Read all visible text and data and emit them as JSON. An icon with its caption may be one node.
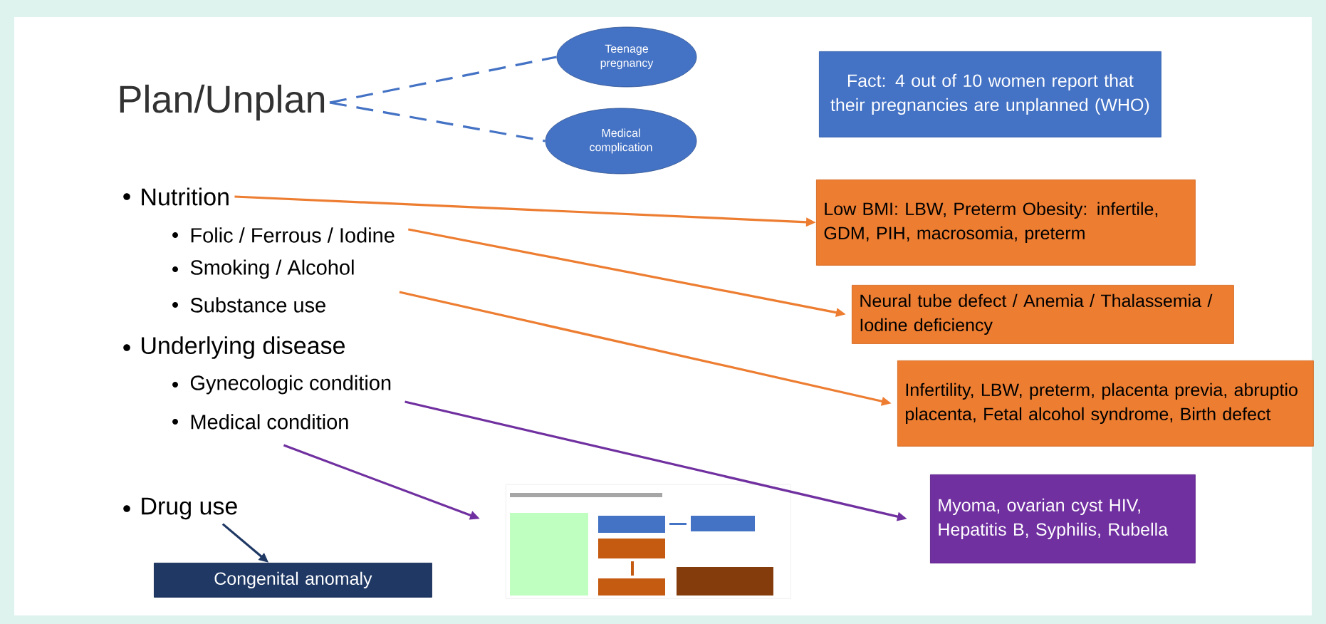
{
  "diagram": {
    "nodes": [
      {
        "text": [
          "Plan/Unplan"
        ]
      },
      {
        "text": [
          "Teenage pregnancy"
        ]
      },
      {
        "text": [
          "Medical complication"
        ]
      },
      {
        "text": [
          "Fact: 4 out of 10 women report that their pregnancies are unplanned (WHO)"
        ]
      },
      {
        "text": [
          "Nutrition"
        ]
      },
      {
        "text": [
          "Folic / Ferrous / Iodine"
        ]
      },
      {
        "text": [
          "Smoking / Alcohol"
        ]
      },
      {
        "text": [
          "Gynecologic condition"
        ]
      },
      {
        "text": [
          "Medical condition"
        ]
      },
      {
        "text": [
          "Drug use"
        ]
      },
      {
        "text": [
          "Low BMI: LBW, Preterm Obesity: infertile, GDM, PIH, macrosomia, preterm"
        ]
      },
      {
        "text": [
          "Neural tube defect / Anemia / Thalassemia / Iodine deficiency"
        ]
      },
      {
        "text": [
          "Infertility, LBW, preterm, placenta previa, abruptio placenta, Fetal alcohol syndrome, Birth defect"
        ]
      },
      {
        "text": [
          "Myoma, ovarian cyst HIV, Hepatitis B, Syphilis, Rubella"
        ]
      },
      {
        "text": [],
        "shape": "picture"
      },
      {
        "text": [
          "Congenital anomaly"
        ]
      }
    ],
    "edges": [
      {
        "from": 0,
        "to": 1,
        "arrow": "none",
        "style": "dashed",
        "color": "#4472c4"
      },
      {
        "from": 0,
        "to": 2,
        "arrow": "none",
        "style": "dashed",
        "color": "#4472c4"
      },
      {
        "from": 4,
        "to": 10,
        "arrow": "to"
      },
      {
        "from": 5,
        "to": 11,
        "arrow": "to"
      },
      {
        "from": 6,
        "to": 12,
        "arrow": "to"
      },
      {
        "from": 7,
        "to": 13,
        "arrow": "to",
        "color": "#7030a0"
      },
      {
        "from": 8,
        "to": 14,
        "arrow": "to",
        "color": "#7030a0"
      },
      {
        "from": 9,
        "to": 15,
        "arrow": "to",
        "color": "#1f3864"
      }
    ],
    "labels": [
      "Substance use",
      "Underlying disease"
    ]
  }
}
